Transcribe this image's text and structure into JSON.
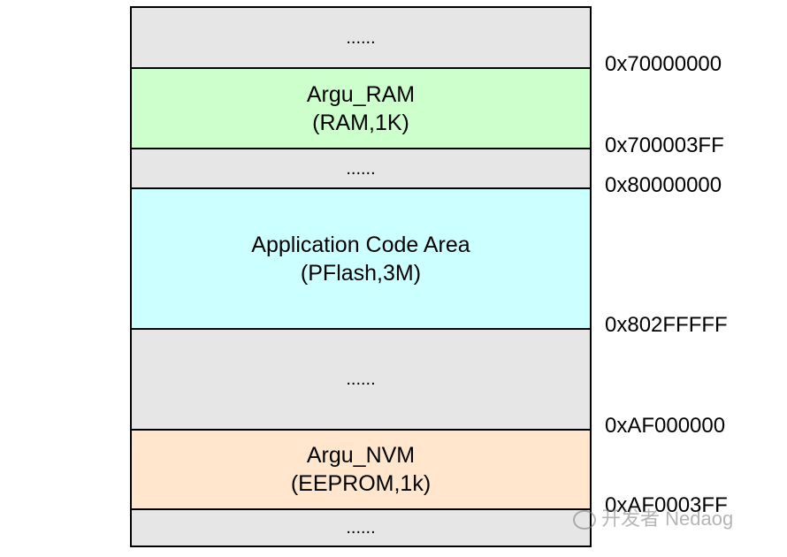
{
  "segments": [
    {
      "label": "......",
      "color": "#e6e6e6"
    },
    {
      "label": "Argu_RAM",
      "sublabel": "(RAM,1K)",
      "color": "#ccffcc"
    },
    {
      "label": "......",
      "color": "#e6e6e6"
    },
    {
      "label": "Application Code Area",
      "sublabel": "(PFlash,3M)",
      "color": "#ccffff"
    },
    {
      "label": "......",
      "color": "#e6e6e6"
    },
    {
      "label": "Argu_NVM",
      "sublabel": "(EEPROM,1k)",
      "color": "#ffe6cc"
    },
    {
      "label": "......",
      "color": "#e6e6e6"
    }
  ],
  "addresses": [
    "0x70000000",
    "0x700003FF",
    "0x80000000",
    "0x802FFFFF",
    "0xAF000000",
    "0xAF0003FF"
  ],
  "watermark": "开发者 Nedaog"
}
